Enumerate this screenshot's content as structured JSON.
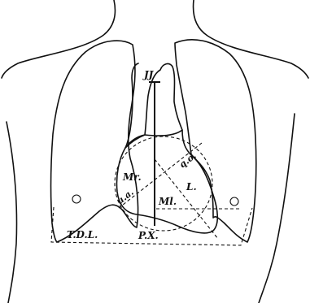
{
  "labels": {
    "jj": "JJ",
    "mr": "Mr.",
    "qo": "q.o.",
    "ua": "u.a.",
    "ml": "Ml.",
    "l": "L.",
    "tdl": "T.D.L.",
    "px": "P.X."
  },
  "colors": {
    "ink": "#111111",
    "paper": "#ffffff"
  }
}
